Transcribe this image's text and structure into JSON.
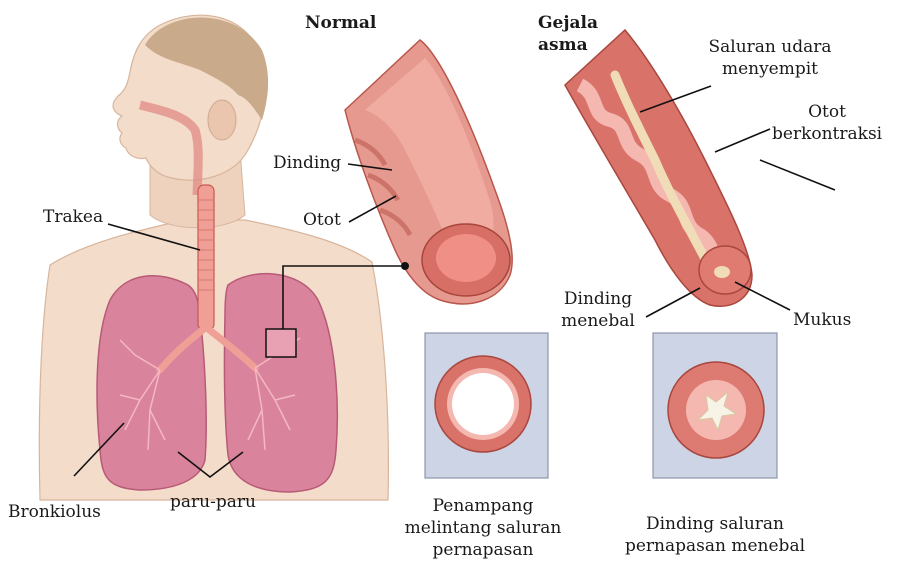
{
  "labels": {
    "normal": "Normal",
    "asthma_line1": "Gejala",
    "asthma_line2": "asma",
    "narrowed_line1": "Saluran udara",
    "narrowed_line2": "menyempit",
    "contracted_line1": "Otot",
    "contracted_line2": "berkontraksi",
    "wall": "Dinding",
    "muscle": "Otot",
    "trachea": "Trakea",
    "thick_wall_line1": "Dinding",
    "thick_wall_line2": "menebal",
    "mucus": "Mukus",
    "bronchiole": "Bronkiolus",
    "lungs": "paru-paru",
    "normal_cross_line1": "Penampang",
    "normal_cross_line2": "melintang saluran",
    "normal_cross_line3": "pernapasan",
    "asthma_cross_line1": "Dinding saluran",
    "asthma_cross_line2": "pernapasan menebal"
  },
  "colors": {
    "skin": "#f3dcc9",
    "hair": "#c9ab8c",
    "lung": "#d9849c",
    "lung_dark": "#c76683",
    "airway": "#e69a8f",
    "airway_dark": "#c9574f",
    "mucus": "#f1dcb8",
    "panel": "#ccd4e6",
    "leader": "#111111"
  }
}
